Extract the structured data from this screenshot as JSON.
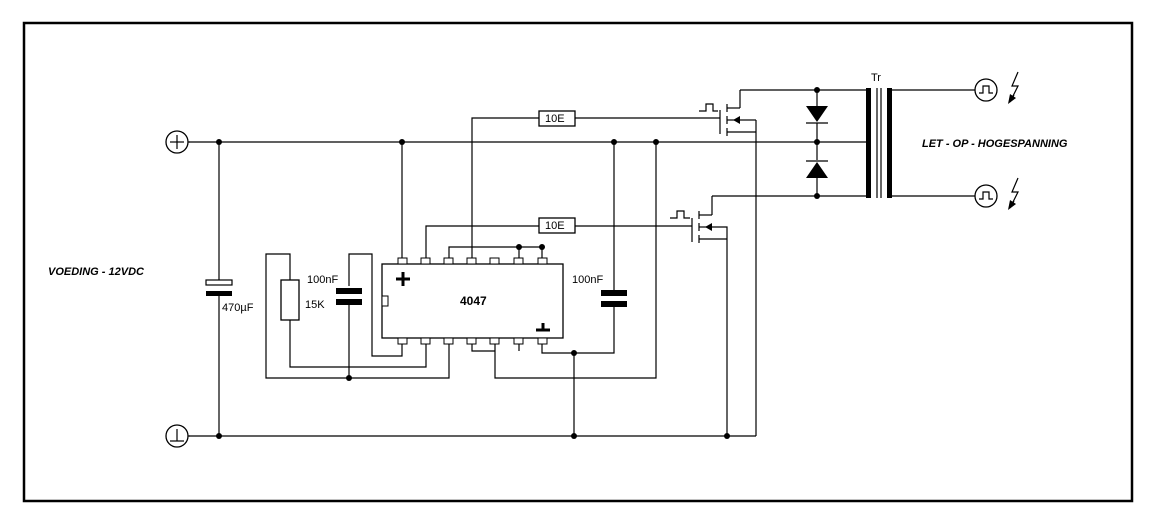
{
  "labels": {
    "supply": "VOEDING - 12VDC",
    "warning": "LET - OP - HOGESPANNING",
    "transformer": "Tr",
    "ic": "4047",
    "cap_main": "470µF",
    "cap_timing": "100nF",
    "cap_output": "100nF",
    "resistor_timing": "15K",
    "resistor_gate_top": "10E",
    "resistor_gate_bottom": "10E"
  }
}
